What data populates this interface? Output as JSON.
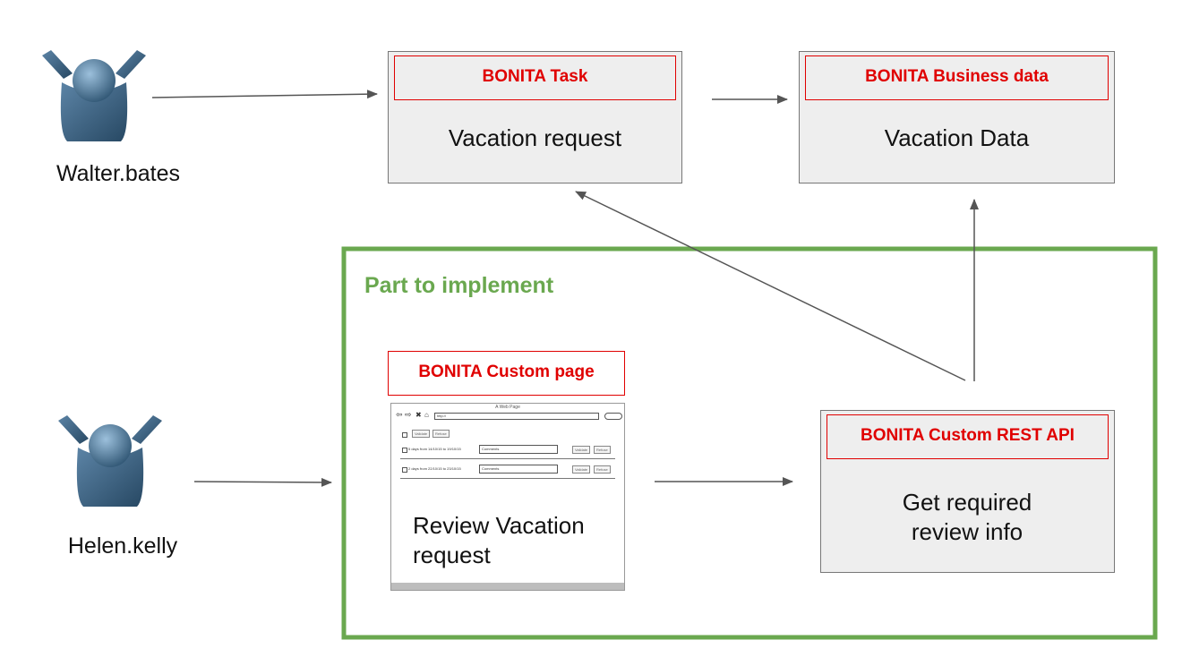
{
  "actors": {
    "walter": {
      "name": "Walter.bates",
      "icon": "user-icon"
    },
    "helen": {
      "name": "Helen.kelly",
      "icon": "user-icon"
    }
  },
  "nodes": {
    "task": {
      "tag": "BONITA Task",
      "label": "Vacation request"
    },
    "business_data": {
      "tag": "BONITA Business data",
      "label": "Vacation Data"
    },
    "custom_page": {
      "tag": "BONITA Custom page",
      "label": "Review Vacation request",
      "mockup": {
        "window_title": "A Web Page",
        "url": "http://",
        "header_buttons": [
          "Validate",
          "Refuse"
        ],
        "rows": [
          {
            "text": "5 days from 14/10/15 to 19/10/15",
            "comment": "Comments",
            "buttons": [
              "Validate",
              "Refuse"
            ]
          },
          {
            "text": "2 days from 22/10/15 to 23/10/15",
            "comment": "Comments",
            "buttons": [
              "Validate",
              "Refuse"
            ]
          }
        ]
      }
    },
    "rest_api": {
      "tag": "BONITA Custom REST API",
      "label": "Get required review info"
    }
  },
  "implement_group": {
    "title": "Part to implement"
  },
  "colors": {
    "accent_red": "#e00000",
    "group_green": "#6aa84f",
    "box_fill": "#eeeeee",
    "arrow": "#555555",
    "actor": "#4a6e8e"
  }
}
